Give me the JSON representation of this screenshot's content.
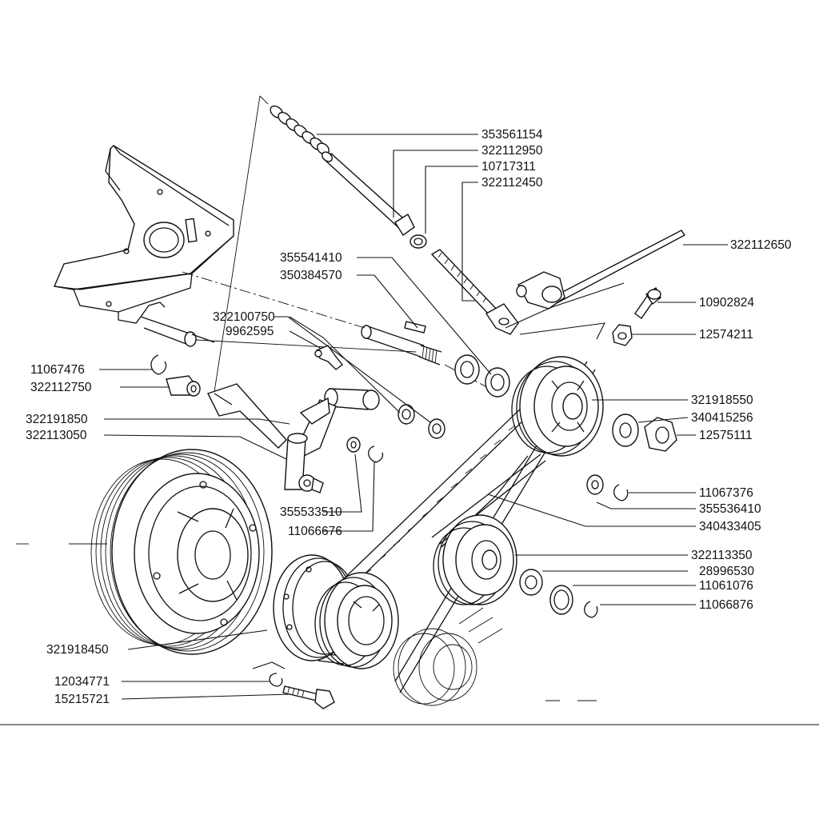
{
  "labels_right": {
    "l353561154": "353561154",
    "l322112950": "322112950",
    "l10717311": "10717311",
    "l322112450": "322112450",
    "l322112650": "322112650",
    "l10902824": "10902824",
    "l12574211": "12574211",
    "l321918550": "321918550",
    "l340415256": "340415256",
    "l12575111": "12575111",
    "l11067376": "11067376",
    "l355536410": "355536410",
    "l340433405": "340433405",
    "l322113350": "322113350",
    "l28996530": "28996530",
    "l11061076": "11061076",
    "l11066876": "11066876"
  },
  "labels_center": {
    "l355541410": "355541410",
    "l350384570": "350384570",
    "l322100750": "322100750",
    "l9962595": "9962595",
    "l355533510": "355533510",
    "l11066676": "11066676"
  },
  "labels_left": {
    "l11067476": "11067476",
    "l322112750": "322112750",
    "l322191850": "322191850",
    "l322113050": "322113050",
    "l321918450": "321918450",
    "l12034771": "12034771",
    "l15215721": "15215721"
  }
}
